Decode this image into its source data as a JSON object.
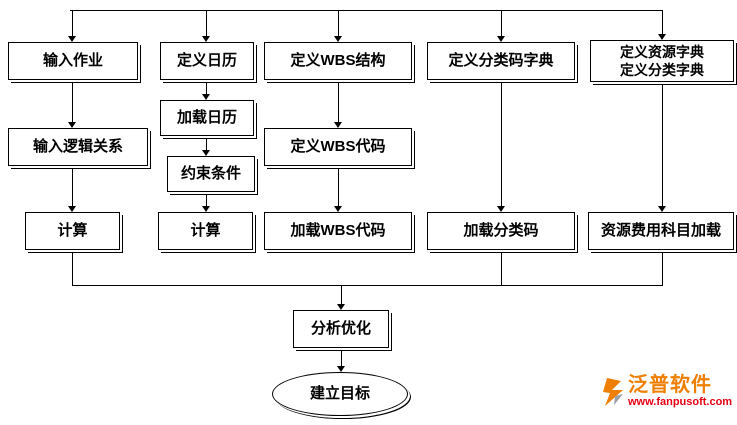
{
  "diagram": {
    "nodes": {
      "input_job": "输入作业",
      "define_calendar": "定义日历",
      "define_wbs_structure": "定义WBS结构",
      "define_class_code_dict": "定义分类码字典",
      "define_resource_dict_line1": "定义资源字典",
      "define_resource_dict_line2": "定义分类字典",
      "input_logic": "输入逻辑关系",
      "load_calendar": "加载日历",
      "define_wbs_code": "定义WBS代码",
      "constraints": "约束条件",
      "calc_left": "计算",
      "calc_mid": "计算",
      "load_wbs_code": "加载WBS代码",
      "load_class_code": "加载分类码",
      "resource_cost_load": "资源费用科目加载",
      "analyze_optimize": "分析优化",
      "establish_goal": "建立目标"
    },
    "logo": {
      "brand": "泛普软件",
      "url": "www.fanpusoft.com"
    },
    "colors": {
      "line": "#000000",
      "box_fill": "#ffffff",
      "brand_orange": "#ee7f01",
      "url_red": "#e60012"
    }
  }
}
